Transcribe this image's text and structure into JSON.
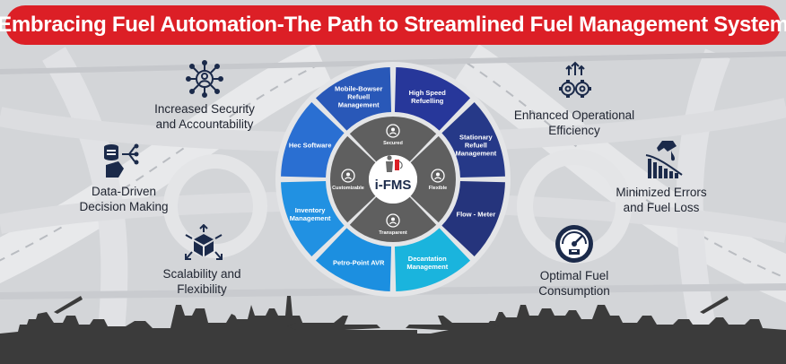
{
  "header": {
    "title": "Embracing Fuel Automation-The Path to Streamlined Fuel Management System"
  },
  "center": {
    "logo": "i-FMS"
  },
  "wheel": {
    "outer": [
      {
        "lines": [
          "Mobile-Bowser",
          "Refuell",
          "Management"
        ],
        "color": "#2958b8"
      },
      {
        "lines": [
          "High Speed",
          "Refuelling"
        ],
        "color": "#27379a"
      },
      {
        "lines": [
          "Stationary",
          "Refuell",
          "Management"
        ],
        "color": "#263988"
      },
      {
        "lines": [
          "Flow - Meter"
        ],
        "color": "#25347c"
      },
      {
        "lines": [
          "Decantation",
          "Management"
        ],
        "color": "#1ab4dd"
      },
      {
        "lines": [
          "Petro-Point AVR"
        ],
        "color": "#1c8fe0"
      },
      {
        "lines": [
          "Inventory",
          "Management"
        ],
        "color": "#2191e2"
      },
      {
        "lines": [
          "Hec Software"
        ],
        "color": "#2a6fd2"
      }
    ],
    "inner": [
      {
        "label": "Secured",
        "icon": "lock-person-icon"
      },
      {
        "label": "Flexible",
        "icon": "devices-icon"
      },
      {
        "label": "Transparent",
        "icon": "gear-icon"
      },
      {
        "label": "Customizable",
        "icon": "bulb-person-icon"
      }
    ]
  },
  "features": [
    {
      "lines": [
        "Increased Security",
        "and Accountability"
      ],
      "icon": "network-person-icon"
    },
    {
      "lines": [
        "Data-Driven",
        "Decision Making"
      ],
      "icon": "data-hand-icon"
    },
    {
      "lines": [
        "Scalability and",
        "Flexibility"
      ],
      "icon": "cube-arrows-icon"
    },
    {
      "lines": [
        "Enhanced Operational",
        "Efficiency"
      ],
      "icon": "gears-up-icon"
    },
    {
      "lines": [
        "Minimized Errors",
        "and Fuel Loss"
      ],
      "icon": "fuel-nozzle-chart-icon"
    },
    {
      "lines": [
        "Optimal Fuel",
        "Consumption"
      ],
      "icon": "fuel-gauge-icon"
    }
  ],
  "colors": {
    "banner": "#dc1f26",
    "inner_ring": "#5f5f5f",
    "center": "#ffffff",
    "icon_dark": "#1b2a4a"
  }
}
